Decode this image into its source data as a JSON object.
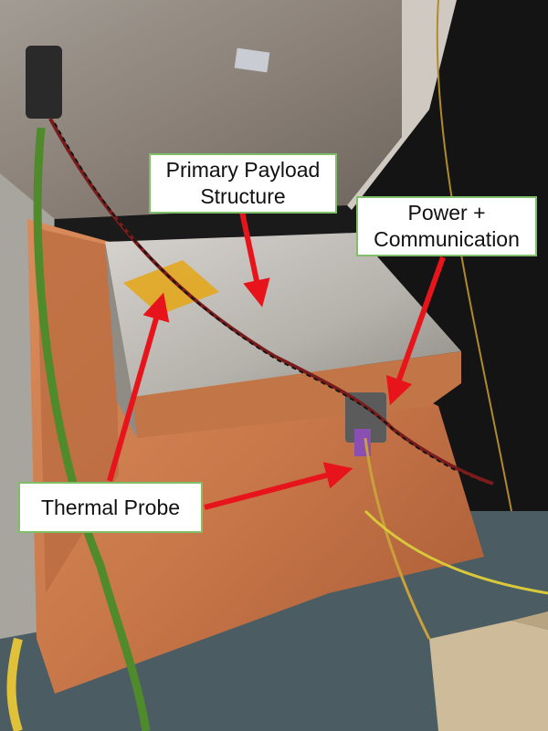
{
  "annotations": {
    "primary_payload": {
      "line1": "Primary Payload",
      "line2": "Structure"
    },
    "power_comm": {
      "line1": "Power +",
      "line2": "Communication"
    },
    "thermal_probe": {
      "label": "Thermal Probe"
    }
  },
  "colors": {
    "arrow": "#e8141b",
    "callout_border": "#7fbf6a",
    "copper": "#c8794a",
    "aluminum": "#b9b6b2",
    "cable_green": "#4f8a2b"
  },
  "scene_objects": [
    "aluminum-chamber-lid",
    "aluminum-payload-box",
    "copper-baseplate",
    "green-cable",
    "twisted-red-black-wires",
    "kapton-tape",
    "connector",
    "cardboard-box"
  ]
}
